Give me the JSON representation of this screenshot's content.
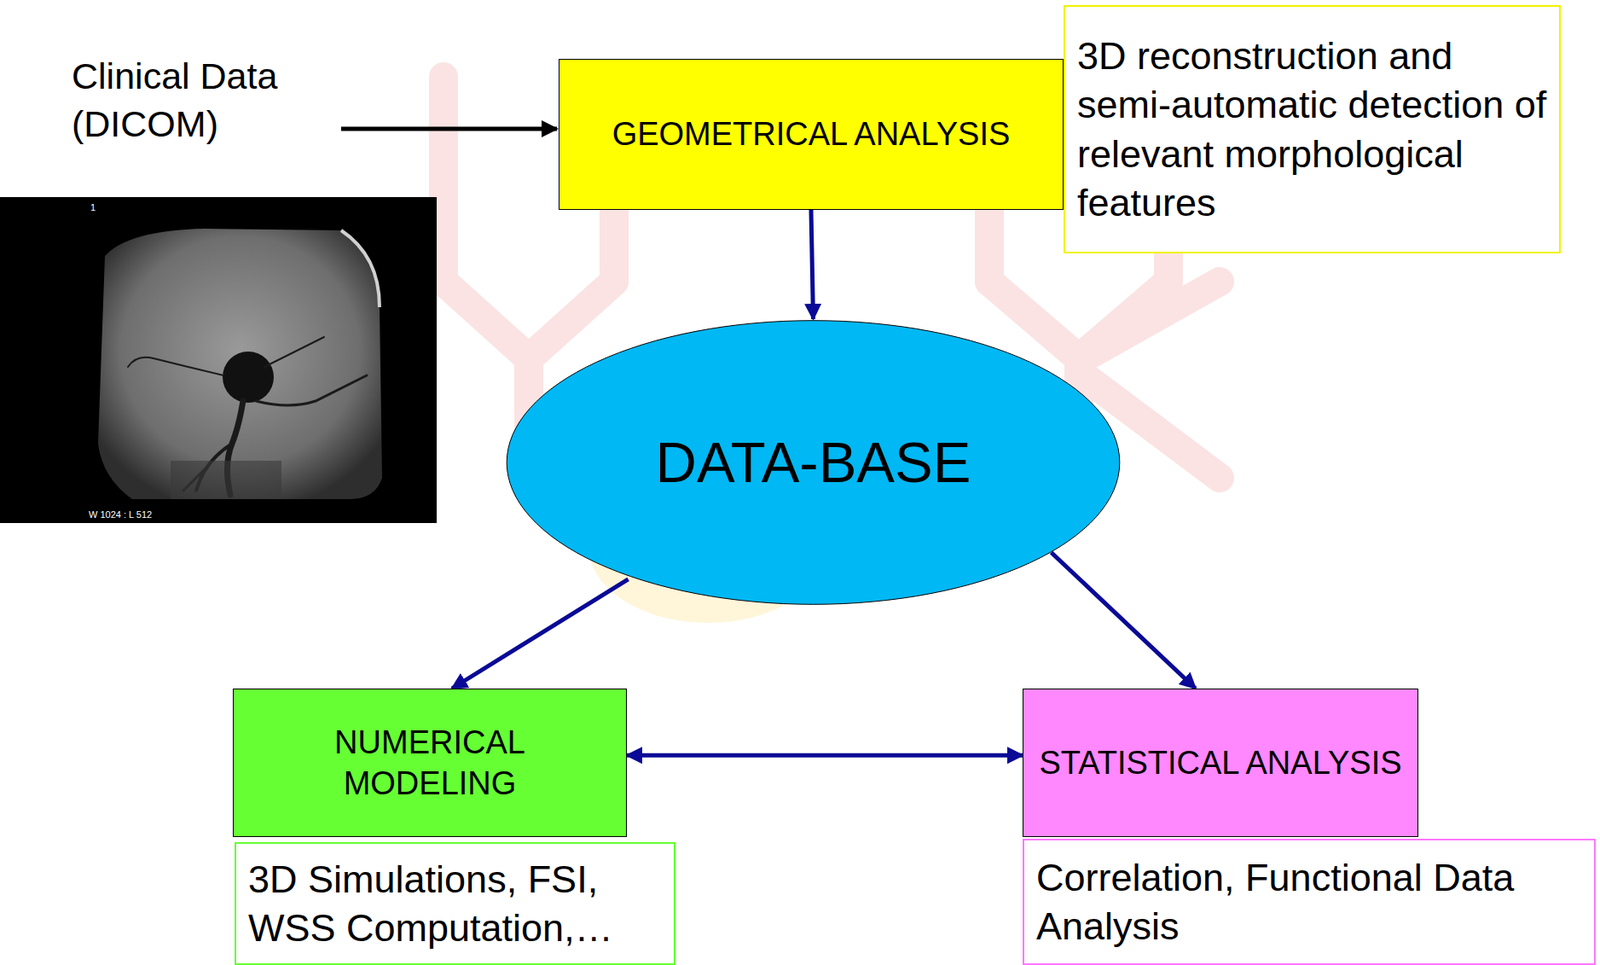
{
  "diagram": {
    "nodes": [
      {
        "text": [
          "GEOMETRICAL ANALYSIS"
        ]
      },
      {
        "text": [
          "3D reconstruction and semi-automatic detection of relevant morphological features"
        ]
      },
      {
        "text": [
          "DATA-BASE"
        ]
      },
      {
        "text": [
          "NUMERICAL MODELING"
        ]
      },
      {
        "text": [
          "3D Simulations, FSI, WSS Computation,…"
        ]
      },
      {
        "text": [
          "STATISTICAL ANALYSIS"
        ]
      },
      {
        "text": [
          "Correlation, Functional Data Analysis"
        ]
      }
    ],
    "edges": [
      {
        "from": 0,
        "to": 2,
        "arrow": "to"
      },
      {
        "from": 2,
        "to": 3,
        "arrow": "to"
      },
      {
        "from": 2,
        "to": 5,
        "arrow": "to"
      },
      {
        "from": 3,
        "to": 5,
        "arrow": "both"
      }
    ],
    "labels": [
      "Clinical Data (DICOM)",
      "1",
      "W 1024 : L 512"
    ]
  }
}
